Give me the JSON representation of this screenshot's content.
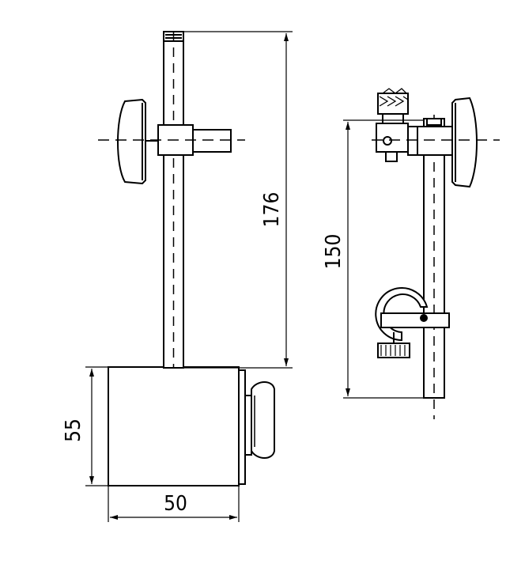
{
  "dimensions": {
    "overall_height": "176",
    "arm_height": "150",
    "base_height": "55",
    "base_width": "50"
  },
  "colors": {
    "line": "#000000",
    "background": "#ffffff"
  }
}
